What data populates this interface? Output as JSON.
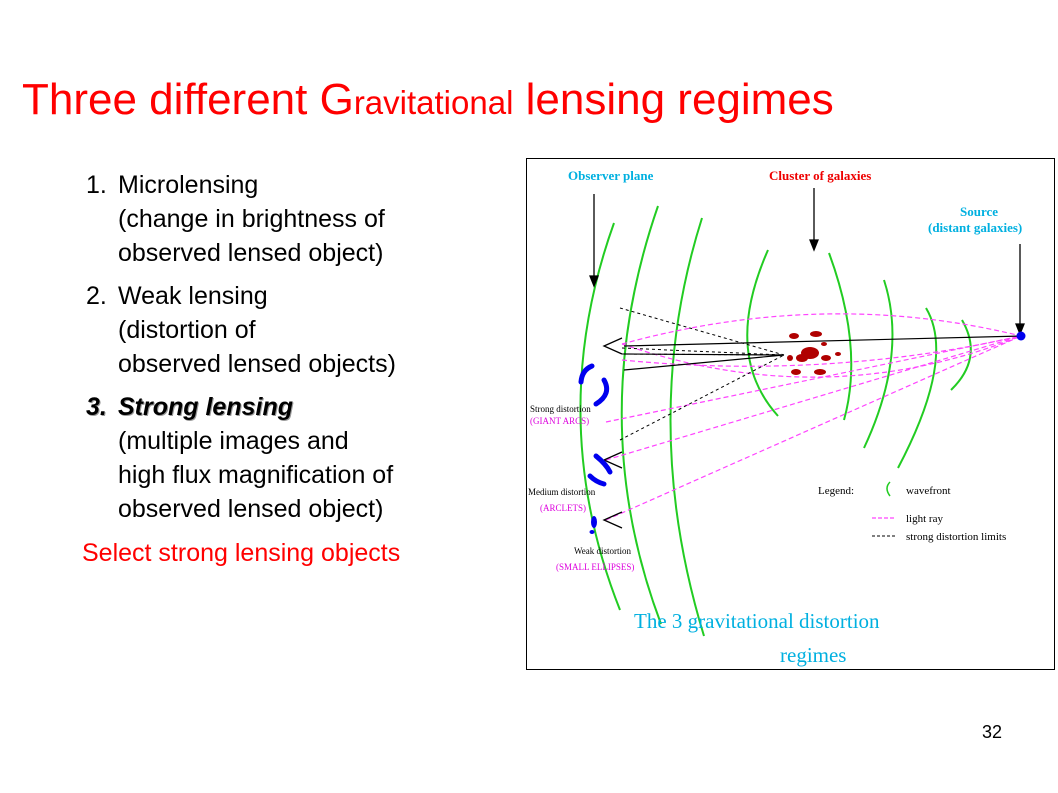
{
  "slide": {
    "title_parts": [
      "Three different G",
      "ravitational",
      " lensing regimes"
    ],
    "items": [
      {
        "number": "1.",
        "heading": "Microlensing",
        "lines": [
          "(change in brightness of",
          "observed lensed object)"
        ]
      },
      {
        "number": "2.",
        "heading": "Weak lensing",
        "lines": [
          "(distortion of",
          "observed lensed objects)"
        ]
      },
      {
        "number": "3.",
        "heading": "Strong lensing",
        "lines": [
          "(multiple images and",
          "high flux magnification of",
          "observed lensed object)"
        ]
      }
    ],
    "select_text": "Select strong lensing objects",
    "page_number": "32"
  },
  "diagram": {
    "labels": {
      "observer_plane": "Observer plane",
      "cluster": "Cluster of galaxies",
      "source_line1": "Source",
      "source_line2": "(distant galaxies)",
      "strong_distortion": "Strong distortion",
      "giant_arcs": "(GIANT ARCS)",
      "medium_distortion": "Medium distortion",
      "arclets": "(ARCLETS)",
      "weak_distortion": "Weak distortion",
      "small_ellipses": "(SMALL ELLIPSES)"
    },
    "legend": {
      "title": "Legend:",
      "wavefront": "wavefront",
      "light_ray": "light ray",
      "limits": "strong distortion limits"
    },
    "caption_line1": "The  3  gravitational distortion",
    "caption_line2": "regimes",
    "colors": {
      "title": "#ff0000",
      "wavefront": "#22cc22",
      "light_ray": "#ff44ff",
      "label_cyan": "#00b0e0",
      "label_red": "#ee0000",
      "label_magenta": "#dd00dd",
      "cluster": "#b00000",
      "images": "#0000ee"
    }
  }
}
